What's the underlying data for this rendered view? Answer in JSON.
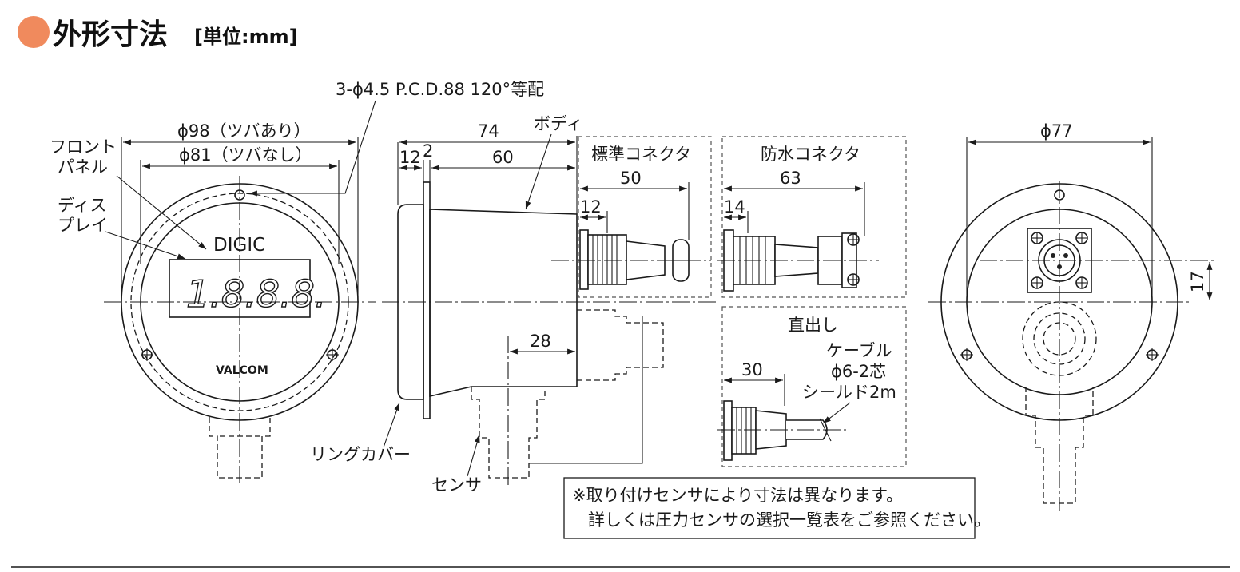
{
  "header": {
    "title": "外形寸法",
    "unit": "[単位:mm]",
    "bullet_color": "#f08a5d"
  },
  "labels": {
    "mounting_holes": "3-ϕ4.5 P.C.D.88 120°等配",
    "front_panel_1": "フロント",
    "front_panel_2": "パネル",
    "display_1": "ディス",
    "display_2": "プレイ",
    "brand_digic": "DIGIC",
    "display_digits": "1.8.8.8.",
    "brand_valcom": "VALCOM",
    "body": "ボディ",
    "ring_cover": "リングカバー",
    "sensor": "センサ",
    "std_connector": "標準コネクタ",
    "waterproof_connector": "防水コネクタ",
    "direct_out": "直出し",
    "cable_1": "ケーブル",
    "cable_2": "ϕ6-2芯",
    "cable_3": "シールド2m"
  },
  "dimensions": {
    "phi98": "ϕ98（ツバあり）",
    "phi81": "ϕ81（ツバなし）",
    "d74": "74",
    "d12": "12",
    "d2": "2",
    "d60": "60",
    "d28": "28",
    "std_50": "50",
    "std_12": "12",
    "wp_63": "63",
    "wp_14": "14",
    "direct_30": "30",
    "phi77": "ϕ77",
    "d17": "17"
  },
  "note": {
    "line1": "※取り付けセンサにより寸法は異なります。",
    "line2": "詳しくは圧力センサの選択一覧表をご参照ください。"
  }
}
